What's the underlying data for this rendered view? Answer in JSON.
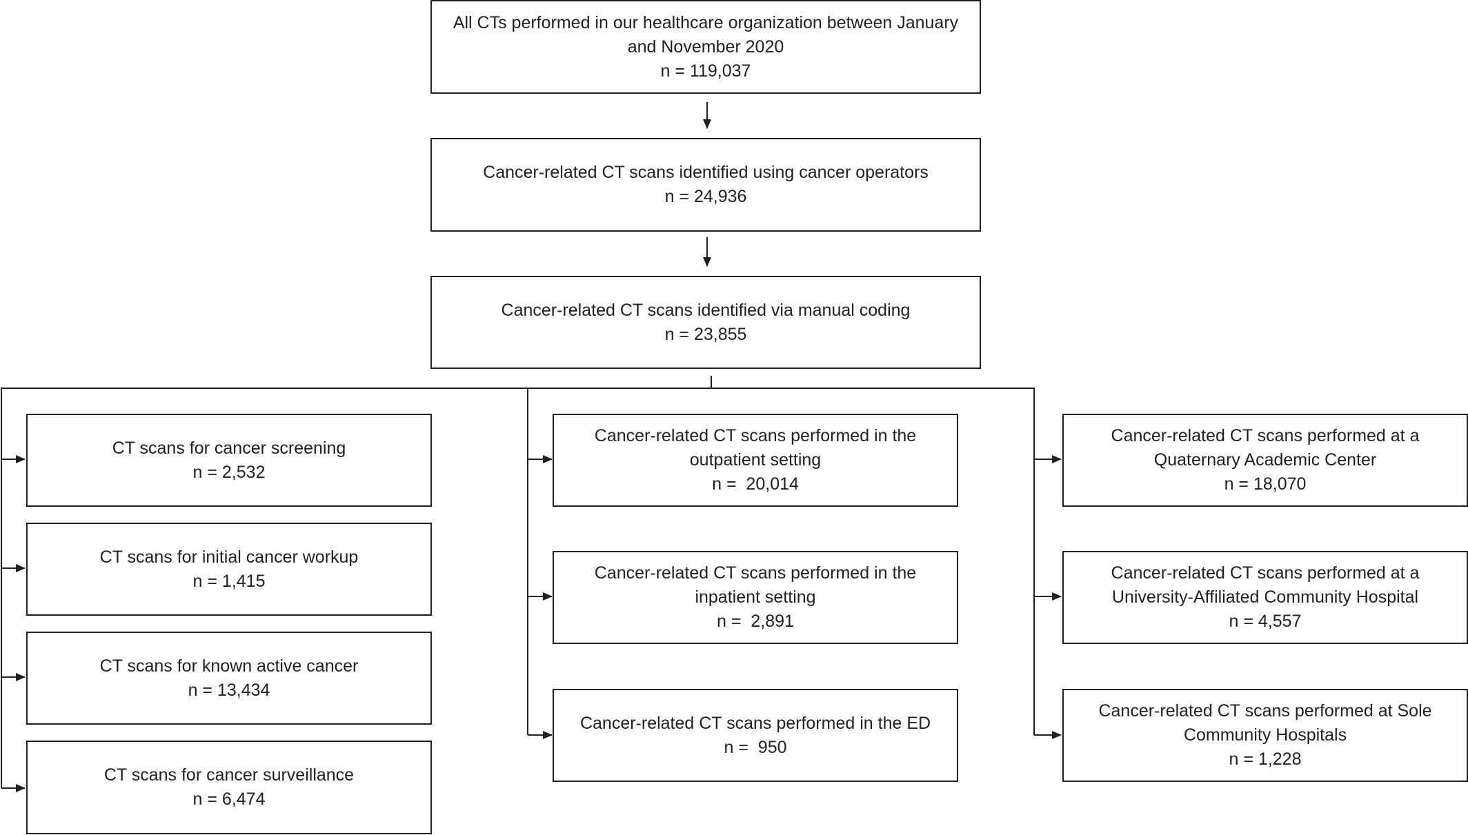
{
  "flowchart": {
    "top": {
      "label": "All CTs performed in our healthcare organization between January and November 2020",
      "count": "n = 119,037"
    },
    "operators": {
      "label": "Cancer-related CT scans identified using cancer operators",
      "count": "n = 24,936"
    },
    "manual": {
      "label": "Cancer-related CT scans identified via manual coding",
      "count": "n = 23,855"
    },
    "indication": [
      {
        "label": "CT scans for cancer screening",
        "count": "n = 2,532"
      },
      {
        "label": "CT scans for initial cancer workup",
        "count": "n = 1,415"
      },
      {
        "label": "CT scans for known active cancer",
        "count": "n = 13,434"
      },
      {
        "label": "CT scans for cancer surveillance",
        "count": "n = 6,474"
      }
    ],
    "setting": [
      {
        "label": "Cancer-related CT scans performed in the outpatient setting",
        "count": "n =  20,014"
      },
      {
        "label": "Cancer-related CT scans performed in the inpatient setting",
        "count": "n =  2,891"
      },
      {
        "label": "Cancer-related CT scans performed in the ED",
        "count": "n =  950"
      }
    ],
    "site": [
      {
        "label": "Cancer-related CT scans performed at a Quaternary Academic Center",
        "count": "n = 18,070"
      },
      {
        "label": "Cancer-related CT scans performed at a University-Affiliated Community Hospital",
        "count": "n = 4,557"
      },
      {
        "label": "Cancer-related CT scans performed at Sole Community Hospitals",
        "count": "n = 1,228"
      }
    ]
  }
}
